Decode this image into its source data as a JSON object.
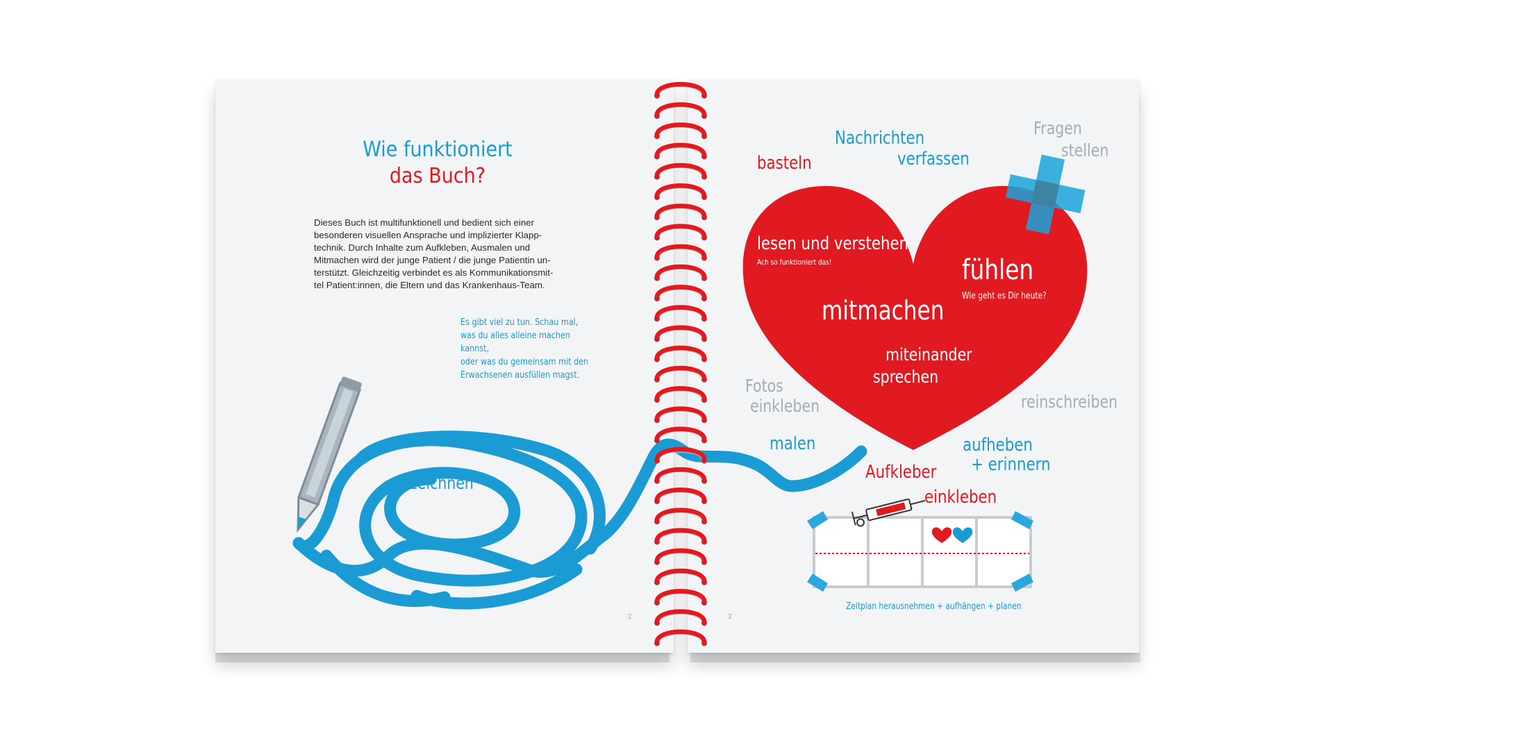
{
  "colors": {
    "accent_blue": "#1a9bd3",
    "accent_red": "#e11a22",
    "grey_text": "#a3adb5",
    "page": "#f3f4f5",
    "spiral": "#e11a22"
  },
  "left_page": {
    "title_line1": "Wie funktioniert",
    "title_line2": "das Buch?",
    "body_line1": "Dieses Buch ist multifunktionell und bedient sich einer",
    "body_line2": "besonderen visuellen Ansprache und implizierter Klapp-",
    "body_line3": "technik. Durch Inhalte zum Aufkleben, Ausmalen und",
    "body_line4": "Mitmachen wird der junge Patient / die junge Patientin un-",
    "body_line5": "terstützt. Gleichzeitig verbindet es als Kommunikationsmit-",
    "body_line6": "tel Patient:innen, die Eltern und das Krankenhaus-Team.",
    "hint_line1": "Es gibt viel zu tun. Schau mal,",
    "hint_line2": "was du alles alleine machen kannst,",
    "hint_line3": "oder was du gemeinsam mit den",
    "hint_line4": "Erwachsenen ausfüllen magst.",
    "scribble_label": "zeichnen",
    "page_number": "2",
    "pencil_icon": "pencil-icon"
  },
  "right_page": {
    "basteln": "basteln",
    "nachrichten_line1": "Nachrichten",
    "nachrichten_line2": "verfassen",
    "fragen_line1": "Fragen",
    "fragen_line2": "stellen",
    "lesen": "lesen und verstehen",
    "lesen_sub": "Ach so funktioniert das!",
    "fuehlen": "fühlen",
    "fuehlen_sub": "Wie geht es Dir heute?",
    "mitmachen": "mitmachen",
    "miteinander_line1": "miteinander",
    "miteinander_line2": "sprechen",
    "fotos_line1": "Fotos",
    "fotos_line2": "einkleben",
    "reinschreiben": "reinschreiben",
    "malen": "malen",
    "aufheben_line1": "aufheben",
    "aufheben_line2": "+ erinnern",
    "aufkleber": "Aufkleber",
    "einkleben": "einkleben",
    "zeitplan": "Zeitplan herausnehmen + aufhängen + planen",
    "page_number": "3",
    "heart_icon": "heart-icon",
    "plaster_icon": "plaster-cross-icon",
    "syringe_icon": "syringe-icon"
  }
}
